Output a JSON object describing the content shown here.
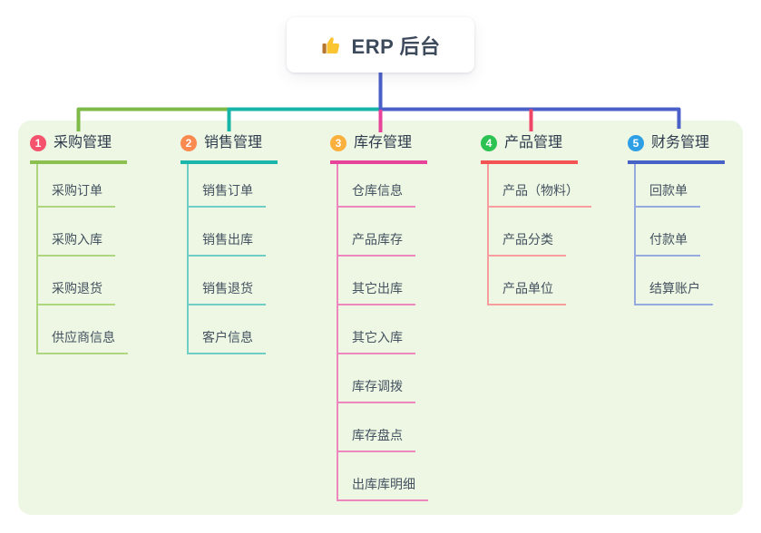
{
  "root": {
    "title": "ERP 后台",
    "icon": "thumbs-up-icon"
  },
  "branches": [
    {
      "index": "1",
      "title": "采购管理",
      "badge_color": "#f4526d",
      "line_color": "#8cc152",
      "sub_line_color": "#aed67f",
      "items": [
        "采购订单",
        "采购入库",
        "采购退货",
        "供应商信息"
      ]
    },
    {
      "index": "2",
      "title": "销售管理",
      "badge_color": "#fb8a50",
      "line_color": "#1ab6ab",
      "sub_line_color": "#6fcfc6",
      "items": [
        "销售订单",
        "销售出库",
        "销售退货",
        "客户信息"
      ]
    },
    {
      "index": "3",
      "title": "库存管理",
      "badge_color": "#fbaf3d",
      "line_color": "#e8439a",
      "sub_line_color": "#ef87bf",
      "items": [
        "仓库信息",
        "产品库存",
        "其它出库",
        "其它入库",
        "库存调拨",
        "库存盘点",
        "出库库明细"
      ]
    },
    {
      "index": "4",
      "title": "产品管理",
      "badge_color": "#2dc353",
      "line_color": "#f25353",
      "sub_line_color": "#f79d9d",
      "items": [
        "产品（物料）",
        "产品分类",
        "产品单位"
      ]
    },
    {
      "index": "5",
      "title": "财务管理",
      "badge_color": "#2e9fe5",
      "line_color": "#4762c6",
      "sub_line_color": "#96aadf",
      "items": [
        "回款单",
        "付款单",
        "结算账户"
      ]
    }
  ],
  "connectors": {
    "root_stem": "#4a5fc8",
    "to_branch1": "#7eba47",
    "to_branch2": "#17b5a8",
    "to_branch3": "#e8439a",
    "to_branch4": "#ef4566",
    "to_branch5": "#4a5fc8"
  },
  "colors": {
    "panel_bg": "#edf7e4",
    "root_text": "#3d4a5c",
    "thumb_yellow": "#fbc531",
    "thumb_cuff": "#b5762f"
  }
}
